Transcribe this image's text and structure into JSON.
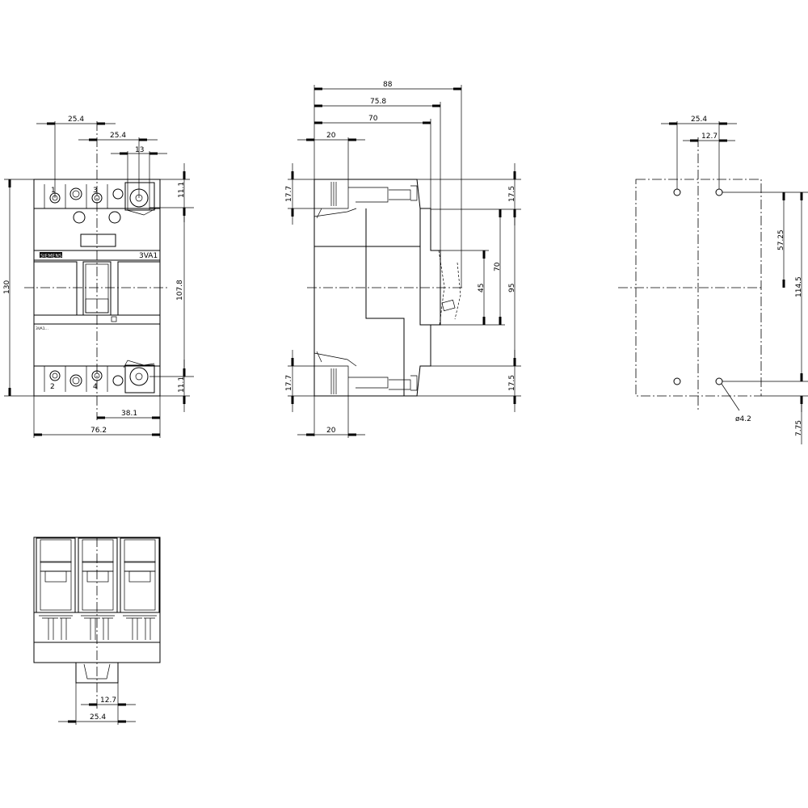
{
  "front_view": {
    "dims": {
      "pitch_top": "25.4",
      "pitch_mid": "25.4",
      "terminal_width": "13",
      "height": "130",
      "terminal_height_top": "11.1",
      "terminal_height_bottom": "11.1",
      "hole_spacing": "107.8",
      "half_width": "38.1",
      "width": "76.2"
    },
    "terminal_labels": [
      "1",
      "3",
      "2",
      "4"
    ],
    "brand_label": "SIEMENS",
    "model_label": "3VA1",
    "type_label": "3VA1..."
  },
  "side_view": {
    "dims": {
      "depth_total": "88",
      "depth_handle": "75.8",
      "depth_front": "70",
      "depth_terminal_top": "20",
      "depth_terminal_bottom": "20",
      "terminal_left_top": "17.7",
      "terminal_left_bottom": "17.7",
      "terminal_right_top": "17.5",
      "terminal_right_bottom": "17.5",
      "front_height": "95",
      "cover_height": "70",
      "handle_height": "45"
    }
  },
  "mounting_view": {
    "dims": {
      "hole_pitch": "25.4",
      "hole_offset": "12.7",
      "half_hole_distance": "57.25",
      "hole_distance": "114.5",
      "edge_offset": "7.75",
      "hole_diameter": "ø4.2"
    }
  },
  "bottom_view": {
    "dims": {
      "offset": "12.7",
      "width": "25.4"
    }
  }
}
